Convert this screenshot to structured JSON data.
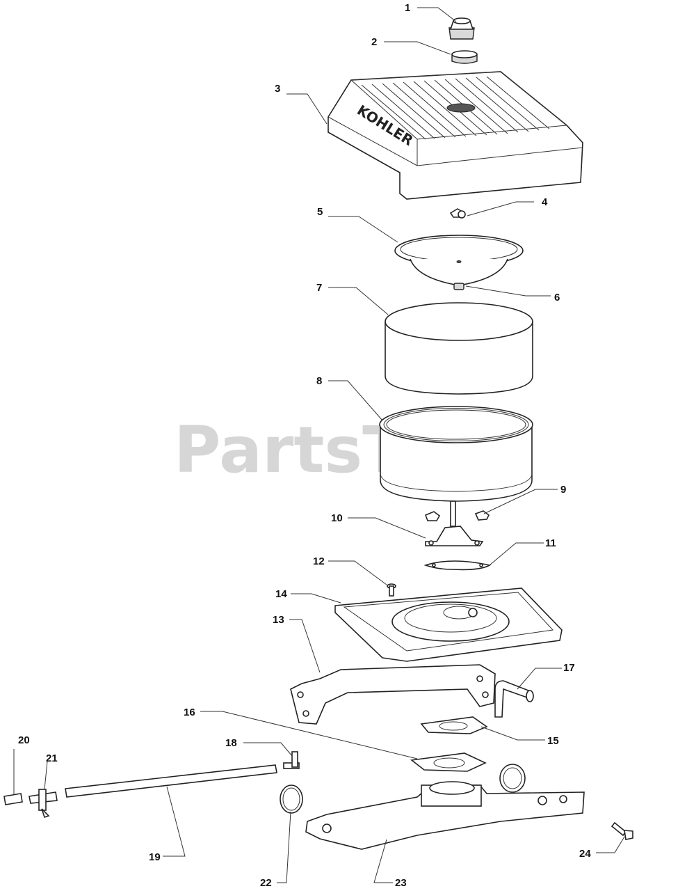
{
  "watermark": "PartsTree",
  "cover_logo": "KOHLER",
  "callouts": [
    {
      "id": "1",
      "label": "1"
    },
    {
      "id": "2",
      "label": "2"
    },
    {
      "id": "3",
      "label": "3"
    },
    {
      "id": "4",
      "label": "4"
    },
    {
      "id": "5",
      "label": "5"
    },
    {
      "id": "6",
      "label": "6"
    },
    {
      "id": "7",
      "label": "7"
    },
    {
      "id": "8",
      "label": "8"
    },
    {
      "id": "9",
      "label": "9"
    },
    {
      "id": "10",
      "label": "10"
    },
    {
      "id": "11",
      "label": "11"
    },
    {
      "id": "12",
      "label": "12"
    },
    {
      "id": "13",
      "label": "13"
    },
    {
      "id": "14",
      "label": "14"
    },
    {
      "id": "15",
      "label": "15"
    },
    {
      "id": "16",
      "label": "16"
    },
    {
      "id": "17",
      "label": "17"
    },
    {
      "id": "18",
      "label": "18"
    },
    {
      "id": "19",
      "label": "19"
    },
    {
      "id": "20",
      "label": "20"
    },
    {
      "id": "21",
      "label": "21"
    },
    {
      "id": "22",
      "label": "22"
    },
    {
      "id": "23",
      "label": "23"
    },
    {
      "id": "24",
      "label": "24"
    }
  ]
}
